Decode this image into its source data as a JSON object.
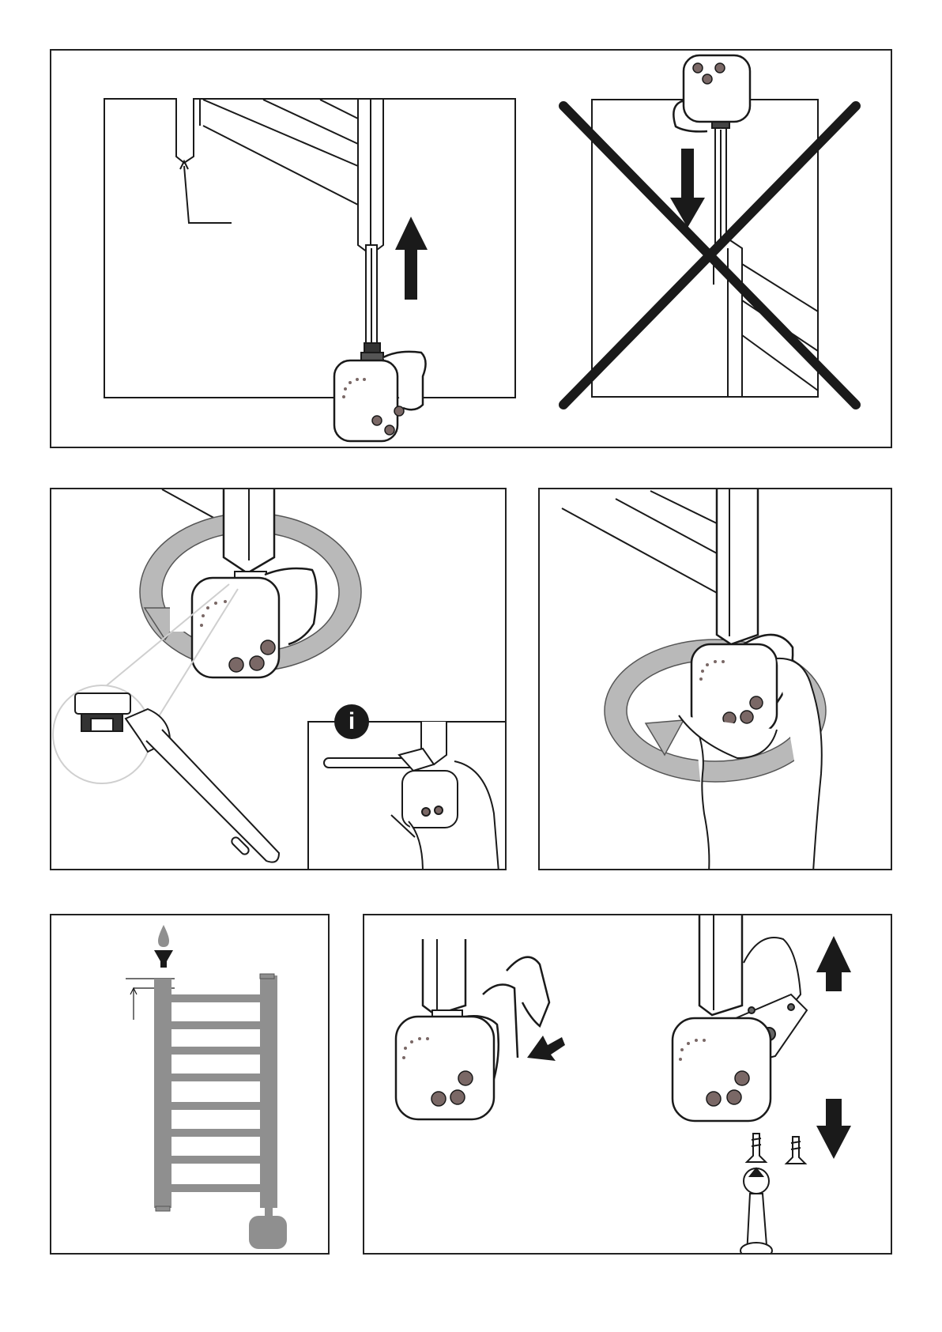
{
  "colors": {
    "ink": "#1a1a1a",
    "button": "#7a6866",
    "gray_fill": "#8f8f8f",
    "rotation_arrow": "#b9b9b9",
    "zoom_circle": "#cfcfcf"
  },
  "panels": [
    {
      "id": "panel-1",
      "description_icon": "mounting-diagram"
    },
    {
      "id": "panel-2",
      "description_icon": "wrench-diagram"
    },
    {
      "id": "panel-3",
      "description_icon": "hand-rotate-diagram"
    },
    {
      "id": "panel-4",
      "description_icon": "fill-diagram"
    },
    {
      "id": "panel-5",
      "description_icon": "cover-removal-diagram"
    }
  ],
  "info": {
    "glyph": "i"
  }
}
